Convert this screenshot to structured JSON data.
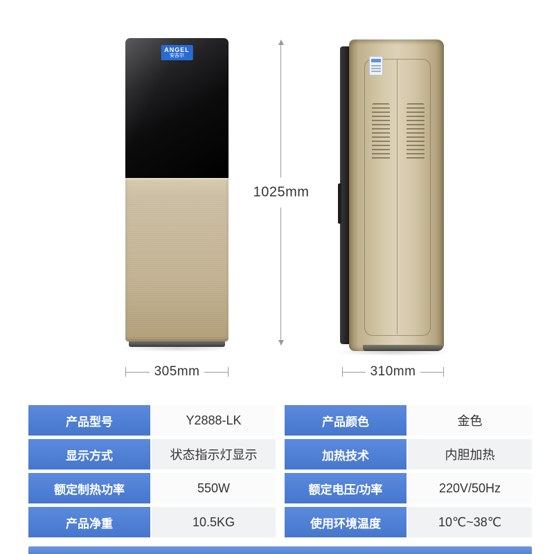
{
  "brand": {
    "logo_text": "ANGEL",
    "logo_sub": "安吉尔"
  },
  "dimensions": {
    "height": "1025mm",
    "width_front": "305mm",
    "depth_side": "310mm"
  },
  "spec_table": {
    "left": [
      {
        "label": "产品型号",
        "value": "Y2888-LK"
      },
      {
        "label": "显示方式",
        "value": "状态指示灯显示"
      },
      {
        "label": "额定制热功率",
        "value": "550W"
      },
      {
        "label": "产品净重",
        "value": "10.5KG"
      }
    ],
    "right": [
      {
        "label": "产品颜色",
        "value": "金色"
      },
      {
        "label": "加热技术",
        "value": "内胆加热"
      },
      {
        "label": "额定电压/功率",
        "value": "220V/50Hz"
      },
      {
        "label": "使用环境温度",
        "value": "10℃~38℃"
      }
    ]
  },
  "colors": {
    "accent_blue": "#4d7fd3",
    "cabinet_gold": "#c7b896",
    "glass_black": "#111111"
  }
}
